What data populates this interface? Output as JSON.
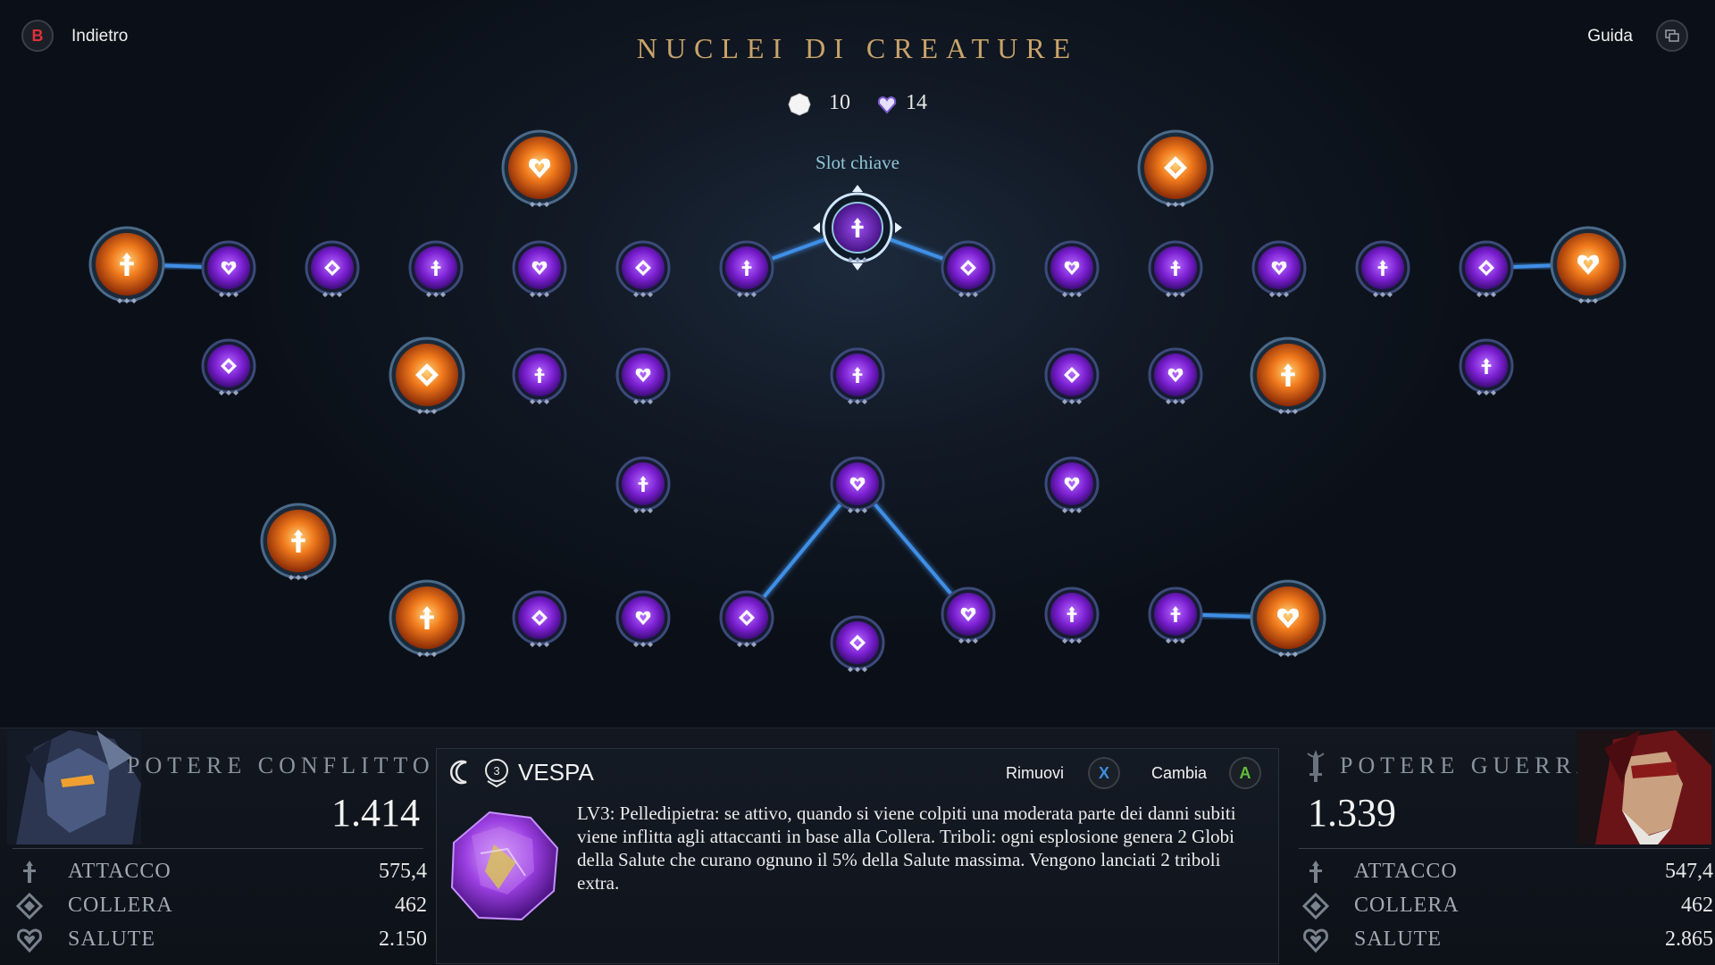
{
  "header": {
    "back_button": "B",
    "back_label": "Indietro",
    "title": "NUCLEI DI CREATURE",
    "guide_label": "Guida",
    "guide_icon": "view-icon"
  },
  "currency": [
    {
      "icon": "white-core-icon",
      "value": "10"
    },
    {
      "icon": "purple-core-icon",
      "value": "14"
    }
  ],
  "tree": {
    "key_slot_label": "Slot chiave",
    "nodes": [
      {
        "id": "k",
        "tier": "key",
        "icon": "attack"
      },
      {
        "id": "l1",
        "tier": "minor",
        "icon": "attack"
      },
      {
        "id": "l2",
        "tier": "minor",
        "icon": "wrath"
      },
      {
        "id": "l3",
        "tier": "minor",
        "icon": "health"
      },
      {
        "id": "l4",
        "tier": "minor",
        "icon": "attack"
      },
      {
        "id": "l5",
        "tier": "minor",
        "icon": "wrath"
      },
      {
        "id": "l6",
        "tier": "minor",
        "icon": "health"
      },
      {
        "id": "l7",
        "tier": "major",
        "icon": "attack"
      },
      {
        "id": "l8",
        "tier": "minor",
        "icon": "wrath"
      },
      {
        "id": "l9",
        "tier": "major",
        "icon": "health"
      },
      {
        "id": "l10",
        "tier": "minor",
        "icon": "attack"
      },
      {
        "id": "l11",
        "tier": "major",
        "icon": "wrath"
      },
      {
        "id": "l12",
        "tier": "minor",
        "icon": "health"
      },
      {
        "id": "l13",
        "tier": "minor",
        "icon": "attack"
      },
      {
        "id": "r1",
        "tier": "minor",
        "icon": "wrath"
      },
      {
        "id": "r2",
        "tier": "minor",
        "icon": "health"
      },
      {
        "id": "r3",
        "tier": "minor",
        "icon": "attack"
      },
      {
        "id": "r4",
        "tier": "minor",
        "icon": "health"
      },
      {
        "id": "r5",
        "tier": "minor",
        "icon": "attack"
      },
      {
        "id": "r6",
        "tier": "minor",
        "icon": "wrath"
      },
      {
        "id": "r7",
        "tier": "major",
        "icon": "health"
      },
      {
        "id": "r8",
        "tier": "major",
        "icon": "wrath"
      },
      {
        "id": "r9",
        "tier": "minor",
        "icon": "health"
      },
      {
        "id": "r10",
        "tier": "major",
        "icon": "attack"
      },
      {
        "id": "r11",
        "tier": "minor",
        "icon": "wrath"
      },
      {
        "id": "r12",
        "tier": "minor",
        "icon": "health"
      },
      {
        "id": "r13",
        "tier": "minor",
        "icon": "attack"
      },
      {
        "id": "c1",
        "tier": "minor",
        "icon": "attack"
      },
      {
        "id": "c2",
        "tier": "minor",
        "icon": "health"
      },
      {
        "id": "c3",
        "tier": "minor",
        "icon": "wrath"
      },
      {
        "id": "bl1",
        "tier": "minor",
        "icon": "wrath"
      },
      {
        "id": "bl2",
        "tier": "minor",
        "icon": "health"
      },
      {
        "id": "bl3",
        "tier": "minor",
        "icon": "wrath"
      },
      {
        "id": "bl4",
        "tier": "major",
        "icon": "attack"
      },
      {
        "id": "br1",
        "tier": "minor",
        "icon": "health"
      },
      {
        "id": "br2",
        "tier": "minor",
        "icon": "attack"
      },
      {
        "id": "br3",
        "tier": "minor",
        "icon": "attack"
      },
      {
        "id": "br4",
        "tier": "major",
        "icon": "health"
      },
      {
        "id": "iso",
        "tier": "major",
        "icon": "attack"
      }
    ]
  },
  "left_stats": {
    "title": "POTERE CONFLITTO",
    "power": "1.414",
    "rows": [
      {
        "icon": "attack-icon",
        "label": "ATTACCO",
        "value": "575,4"
      },
      {
        "icon": "wrath-icon",
        "label": "COLLERA",
        "value": "462"
      },
      {
        "icon": "health-icon",
        "label": "SALUTE",
        "value": "2.150"
      }
    ]
  },
  "right_stats": {
    "title": "POTERE GUERRA",
    "power": "1.339",
    "rows": [
      {
        "icon": "attack-icon",
        "label": "ATTACCO",
        "value": "547,4"
      },
      {
        "icon": "wrath-icon",
        "label": "COLLERA",
        "value": "462"
      },
      {
        "icon": "health-icon",
        "label": "SALUTE",
        "value": "2.865"
      }
    ]
  },
  "selected_core": {
    "level_badge": "3",
    "name": "VESPA",
    "remove_label": "Rimuovi",
    "remove_button": "X",
    "change_label": "Cambia",
    "change_button": "A",
    "description": "LV3: Pelledipietra: se attivo, quando si viene colpiti una moderata parte dei danni subiti viene inflitta agli attaccanti in base alla Collera. Triboli: ogni esplosione genera 2 Globi della Salute che curano ognuno il 5% della Salute massima. Vengono lanciati 2 triboli extra."
  },
  "colors": {
    "title_gold": "#c9a36a",
    "link_blue": "#3f8fe6",
    "minor_purple": "#8a2fd8",
    "major_orange": "#e8661a",
    "key_label": "#8fc6d8"
  }
}
